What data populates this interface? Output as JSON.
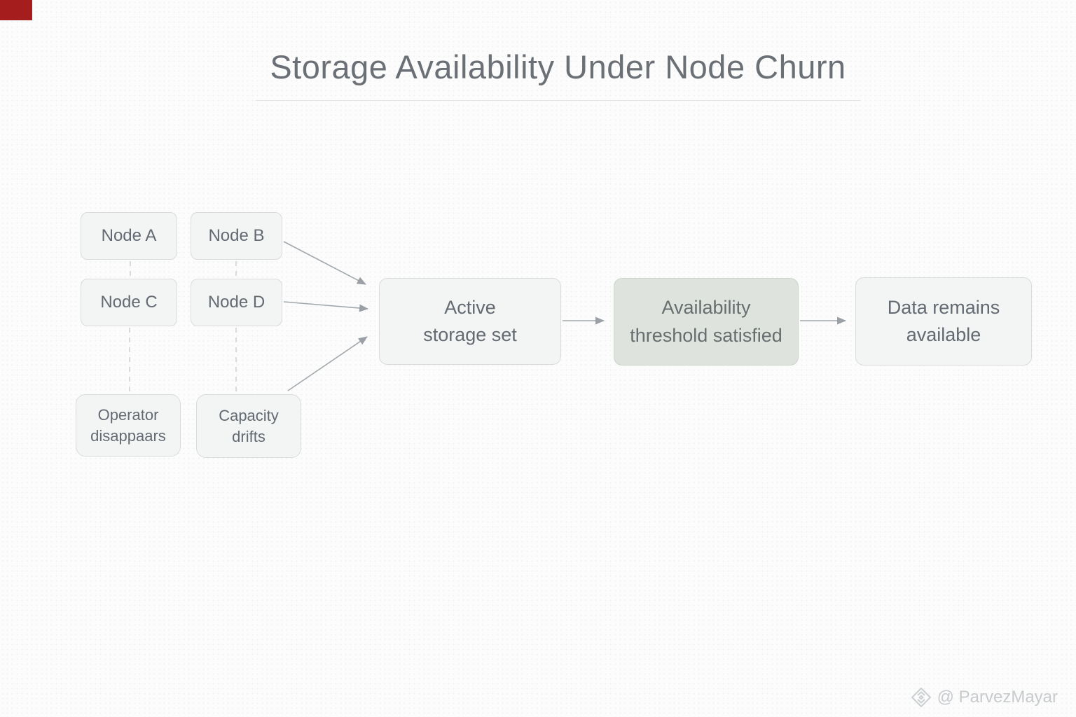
{
  "diagram": {
    "title": "Storage Availability Under Node Churn",
    "source_nodes": [
      {
        "label": "Node A"
      },
      {
        "label": "Node B"
      },
      {
        "label": "Node C"
      },
      {
        "label": "Node D"
      }
    ],
    "event_nodes": [
      {
        "lines": [
          "Operator",
          "disappaars"
        ]
      },
      {
        "lines": [
          "Capacity",
          "drifts"
        ]
      }
    ],
    "flow_nodes": [
      {
        "lines": [
          "Active",
          "storage set"
        ],
        "highlight": false
      },
      {
        "lines": [
          "Availability",
          "threshold satisfied"
        ],
        "highlight": true
      },
      {
        "lines": [
          "Data remains",
          "available"
        ],
        "highlight": false
      }
    ]
  },
  "watermark": {
    "icon": "diamond-logo-icon",
    "text": "@ ParvezMayar"
  },
  "colors": {
    "background": "#fbfcfb",
    "box_fill": "#f3f4f4",
    "box_border": "#d9dbdc",
    "highlight_fill": "#dee4dd",
    "highlight_border": "#ccd4cc",
    "box_text": "#636a72",
    "title_text": "#6b7076",
    "arrow": "#a3a8ad",
    "dashed_line": "#c9cccf",
    "watermark_text": "#c8cbce",
    "corner_marker": "#a51d1d"
  }
}
